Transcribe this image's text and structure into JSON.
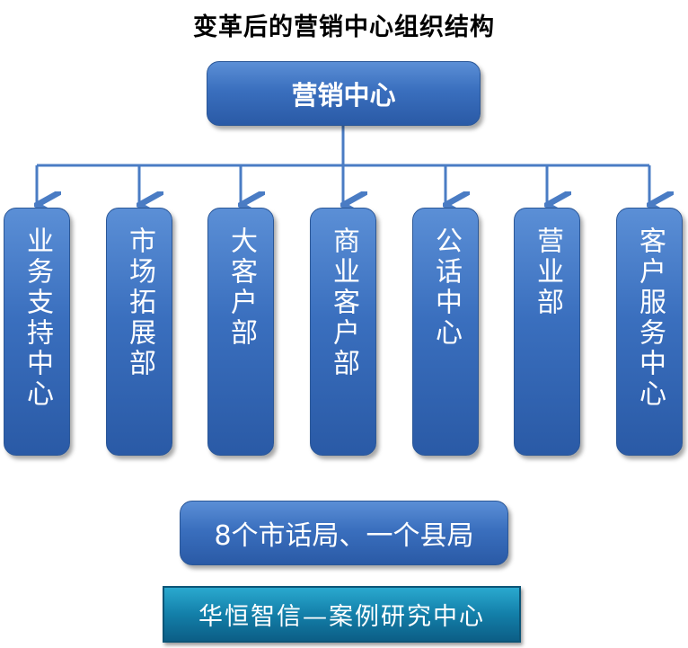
{
  "title": "变革后的营销中心组织结构",
  "root": {
    "label": "营销中心"
  },
  "departments": [
    {
      "label": "业务支持中心"
    },
    {
      "label": "市场拓展部"
    },
    {
      "label": "大客户部"
    },
    {
      "label": "商业客户部"
    },
    {
      "label": "公话中心"
    },
    {
      "label": "营业部"
    },
    {
      "label": "客户服务中心"
    }
  ],
  "bottom_note": "8个市话局、一个县局",
  "banner": "华恒智信—案例研究中心",
  "colors": {
    "box_blue": "#3a6fbe",
    "connector_blue": "#4a7cc4",
    "banner_teal": "#137fa9"
  }
}
